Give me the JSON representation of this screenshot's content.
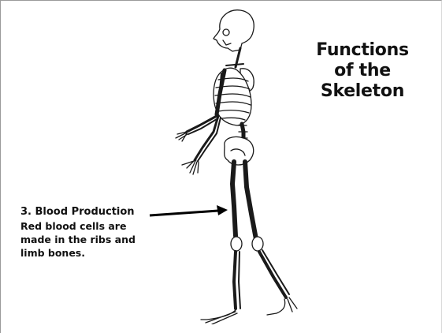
{
  "title": {
    "line1": "Functions",
    "line2": "of the",
    "line3": "Skeleton"
  },
  "callout": {
    "heading": "3. Blood Production",
    "body_line1": "Red blood cells are",
    "body_line2": "made in the ribs and",
    "body_line3": "limb bones."
  },
  "figure": {
    "subject": "skeleton",
    "stroke_color": "#1a1a1a",
    "fill_color": "#ffffff"
  },
  "colors": {
    "text": "#111111",
    "background": "#ffffff",
    "arrow": "#000000"
  }
}
